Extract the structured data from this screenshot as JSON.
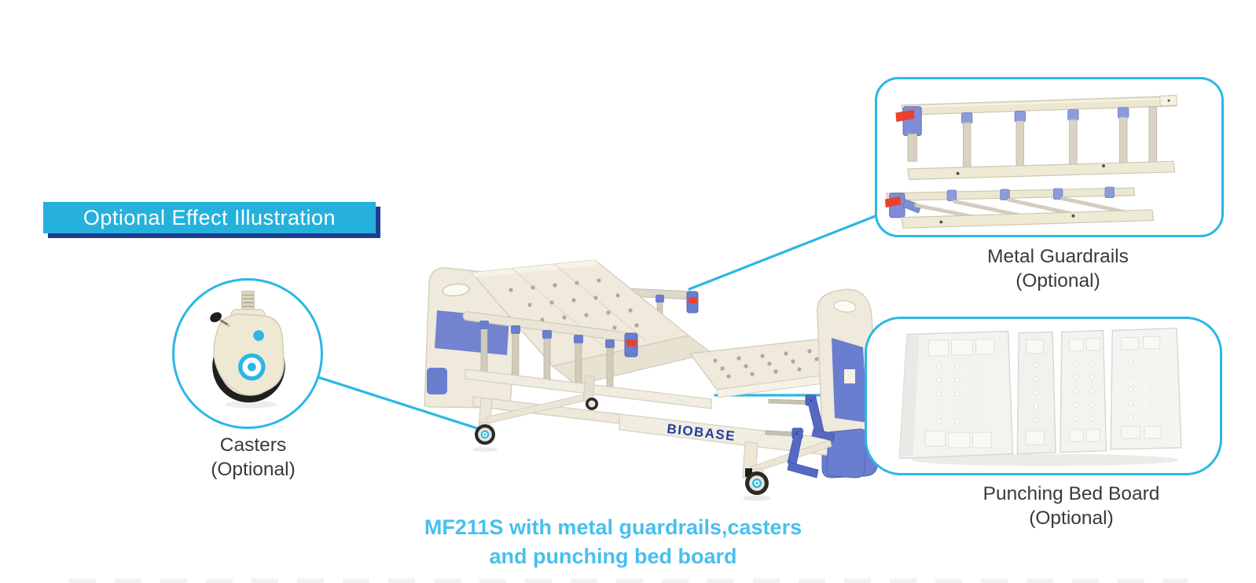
{
  "badge": {
    "label": "Optional Effect Illustration"
  },
  "callouts": {
    "casters": {
      "title": "Casters",
      "note": "(Optional)"
    },
    "metal_guardrails": {
      "title": "Metal Guardrails",
      "note": "(Optional)"
    },
    "punching_bed_board": {
      "title": "Punching Bed Board",
      "note": "(Optional)"
    }
  },
  "product": {
    "brand": "BIOBASE",
    "caption_line1": "MF211S with metal guardrails,casters",
    "caption_line2": "and punching bed board"
  },
  "colors": {
    "accent_cyan": "#2ab7e6",
    "badge_bg": "#25b1dc",
    "badge_shadow": "#1e3d8f",
    "badge_text": "#ffffff",
    "caption_text": "#47c0ee",
    "label_text": "#3a3a3a",
    "bed_cream": "#efeadb",
    "bed_blue": "#6a7ecf",
    "brand_navy": "#20409a",
    "lever_red": "#e8432f"
  }
}
